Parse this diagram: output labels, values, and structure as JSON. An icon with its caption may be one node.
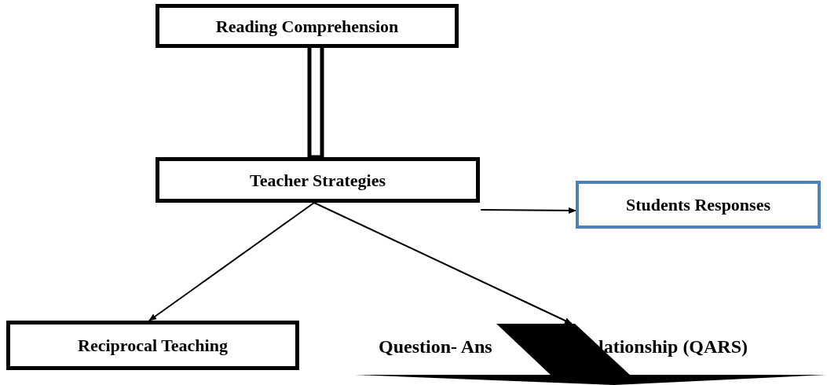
{
  "diagram": {
    "nodes": [
      {
        "text": [
          "Reading Comprehension"
        ]
      },
      {
        "text": [
          "Teacher Strategies"
        ]
      },
      {
        "text": [
          "Students Responses"
        ]
      },
      {
        "text": [
          "Reciprocal Teaching"
        ]
      },
      {
        "text": [
          "Question- Ans",
          "lationship (QARS)"
        ]
      }
    ],
    "edges": [
      {
        "from": 0,
        "to": 1,
        "arrow": "none",
        "style": "thick"
      },
      {
        "from": 1,
        "to": 2,
        "arrow": "to"
      },
      {
        "from": 1,
        "to": 3,
        "arrow": "to"
      },
      {
        "from": 1,
        "to": 4,
        "arrow": "to"
      }
    ]
  }
}
